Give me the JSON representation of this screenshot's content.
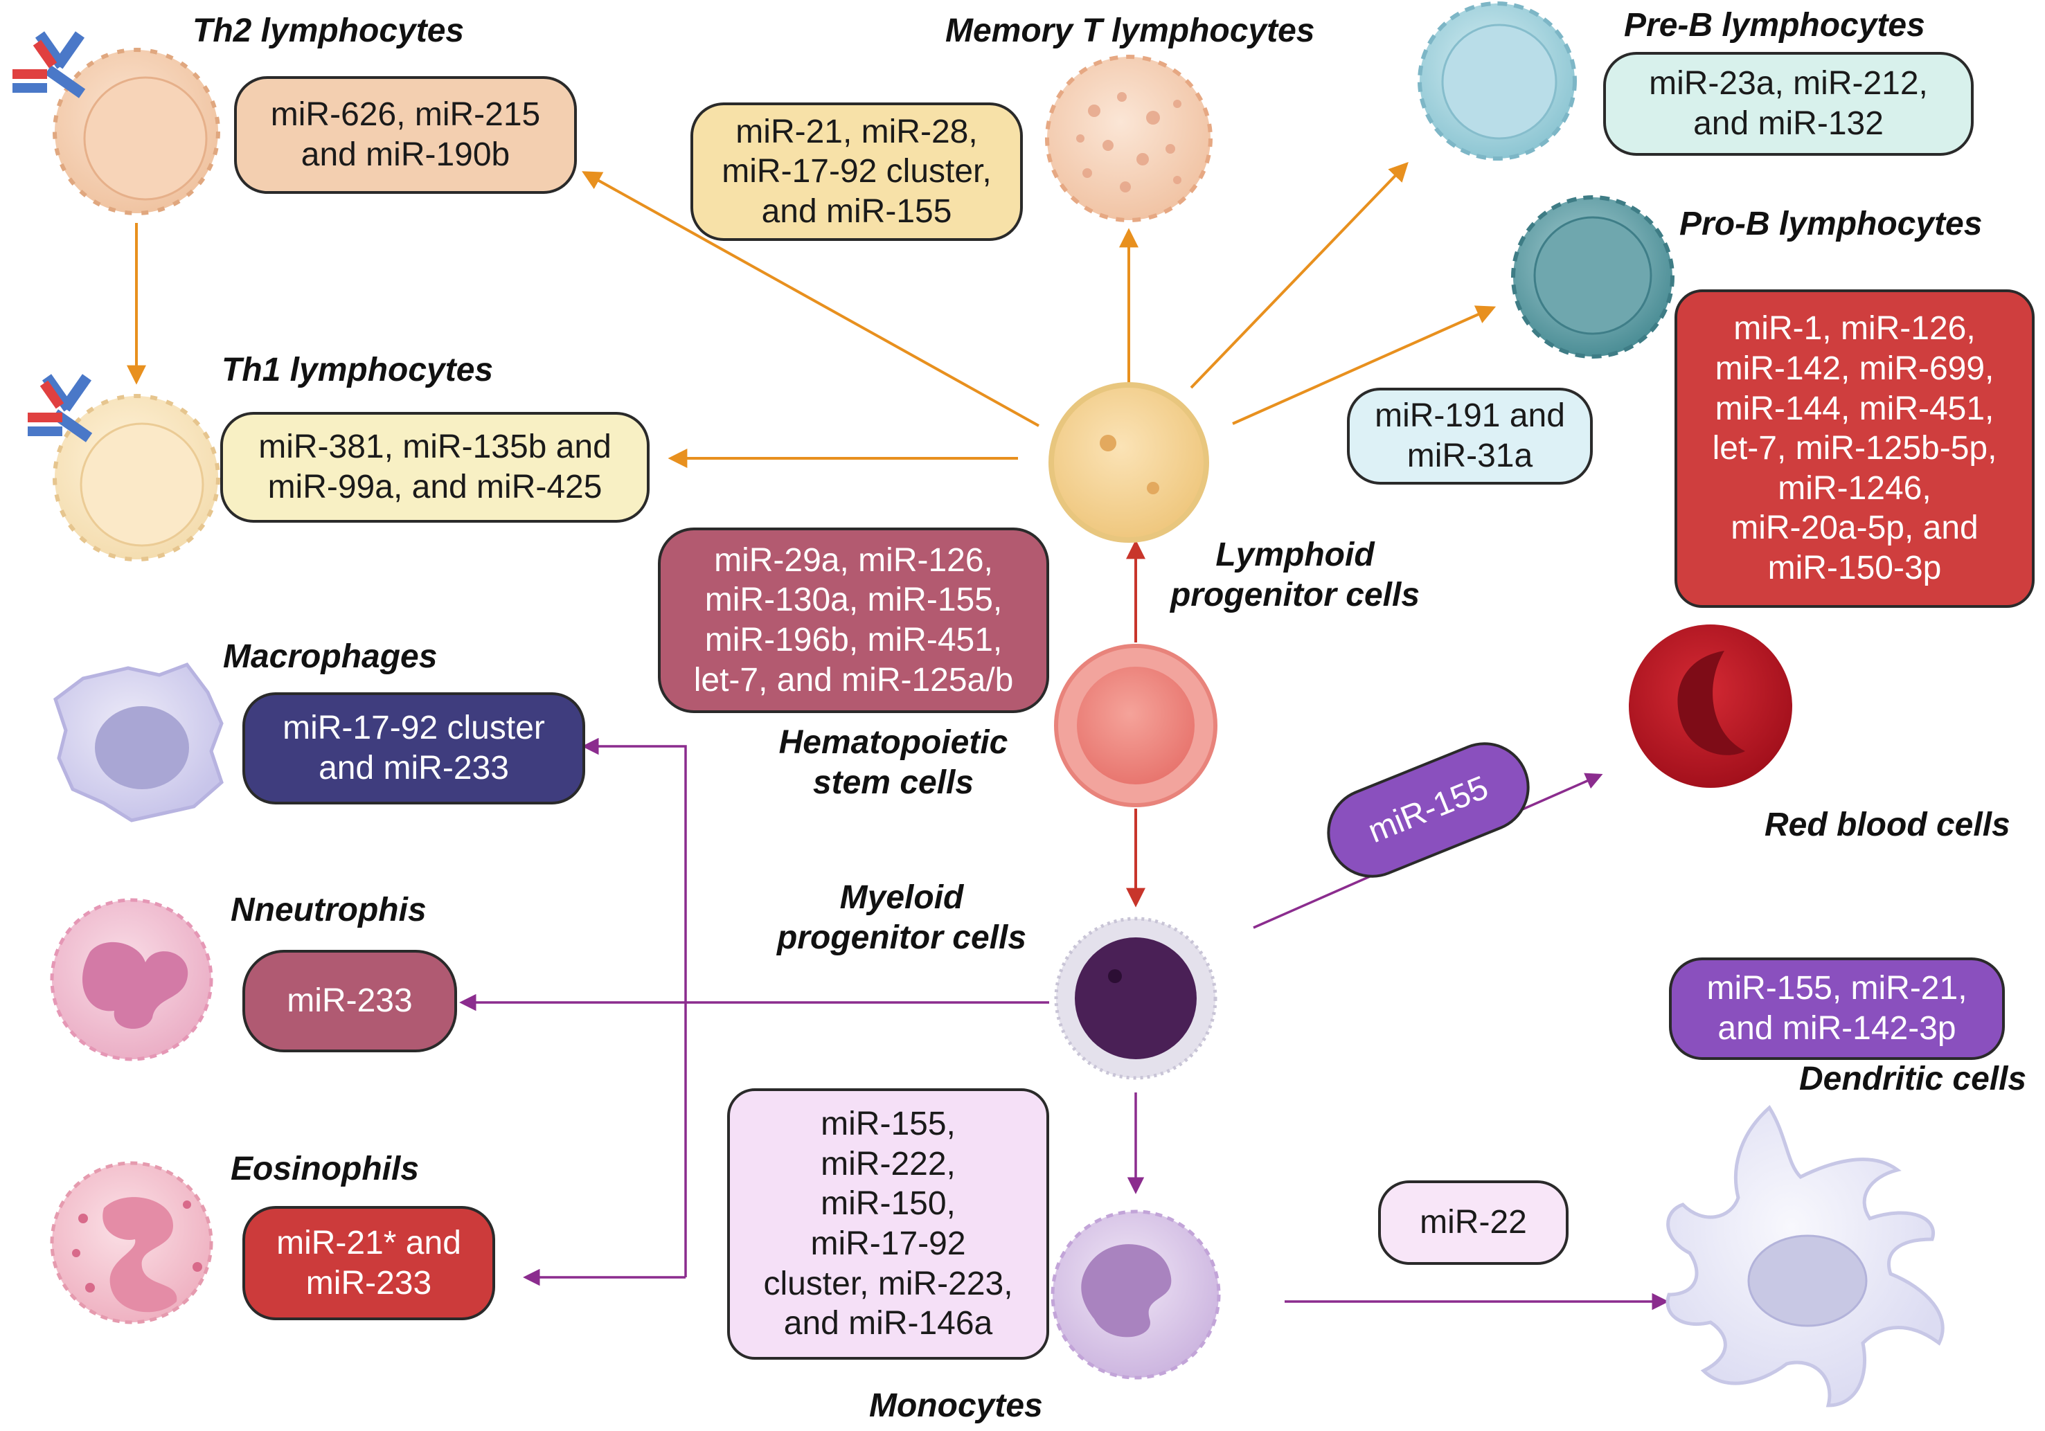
{
  "labels": {
    "th2": "Th2 lymphocytes",
    "memory_t": "Memory T lymphocytes",
    "pre_b": "Pre-B lymphocytes",
    "pro_b": "Pro-B lymphocytes",
    "th1": "Th1 lymphocytes",
    "lymphoid_1": "Lymphoid",
    "lymphoid_2": "progenitor cells",
    "macrophages": "Macrophages",
    "hsc_1": "Hematopoietic",
    "hsc_2": "stem cells",
    "rbc": "Red blood cells",
    "neutrophils": "Nneutrophis",
    "myeloid_1": "Myeloid",
    "myeloid_2": "progenitor cells",
    "dendritic": "Dendritic cells",
    "eosinophils": "Eosinophils",
    "monocytes": "Monocytes"
  },
  "boxes": {
    "th2": [
      "miR-626, miR-215",
      "and miR-190b"
    ],
    "memory_t": [
      "miR-21, miR-28,",
      "miR-17-92 cluster,",
      "and miR-155"
    ],
    "pre_b": [
      "miR-23a,  miR-212,",
      "and miR-132"
    ],
    "th1": [
      "miR-381, miR-135b and",
      "miR-99a, and miR-425"
    ],
    "pro_b": [
      "miR-191 and",
      "miR-31a"
    ],
    "rbc": [
      "miR-1, miR-126,",
      "miR-142, miR-699,",
      "miR-144, miR-451,",
      "let-7, miR-125b-5p,",
      "miR-1246,",
      "miR-20a-5p, and",
      "miR-150-3p"
    ],
    "hsc": [
      "miR-29a, miR-126,",
      "miR-130a, miR-155,",
      "miR-196b, miR-451,",
      "let-7, and miR-125a/b"
    ],
    "macrophages": [
      "miR-17-92 cluster",
      "and miR-233"
    ],
    "myeloid_rbc": "miR-155",
    "neutrophils": "miR-233",
    "dendritic": [
      "miR-155, miR-21,",
      "and miR-142-3p"
    ],
    "monocytes": [
      "miR-155,",
      "miR-222,",
      "miR-150,",
      "miR-17-92",
      "cluster, miR-223,",
      "and miR-146a"
    ],
    "monocyte_dendritic": "miR-22",
    "eosinophils": [
      "miR-21* and",
      "miR-233"
    ]
  },
  "colors": {
    "lymphoid_arrow": "#E8901E",
    "hsc_arrow": "#C8352B",
    "myeloid_arrow": "#8B2C8E",
    "th2_box": "#F3CFB0",
    "memory_box": "#F7E1A8",
    "pre_b_box": "#D8F1EC",
    "th1_box": "#F8F0C4",
    "pro_b_box": "#DDF1F6",
    "rbc_box": "#CF3E3E",
    "hsc_box": "#B35A70",
    "macrophage_box": "#3F3D7E",
    "mir155_box": "#8A50BE",
    "neutrophil_box": "#B05A72",
    "dendritic_box": "#8A50BE",
    "monocyte_box": "#F5E0F7",
    "mir22_box": "#F8E6F8",
    "eosinophil_box": "#CC3B3B"
  }
}
